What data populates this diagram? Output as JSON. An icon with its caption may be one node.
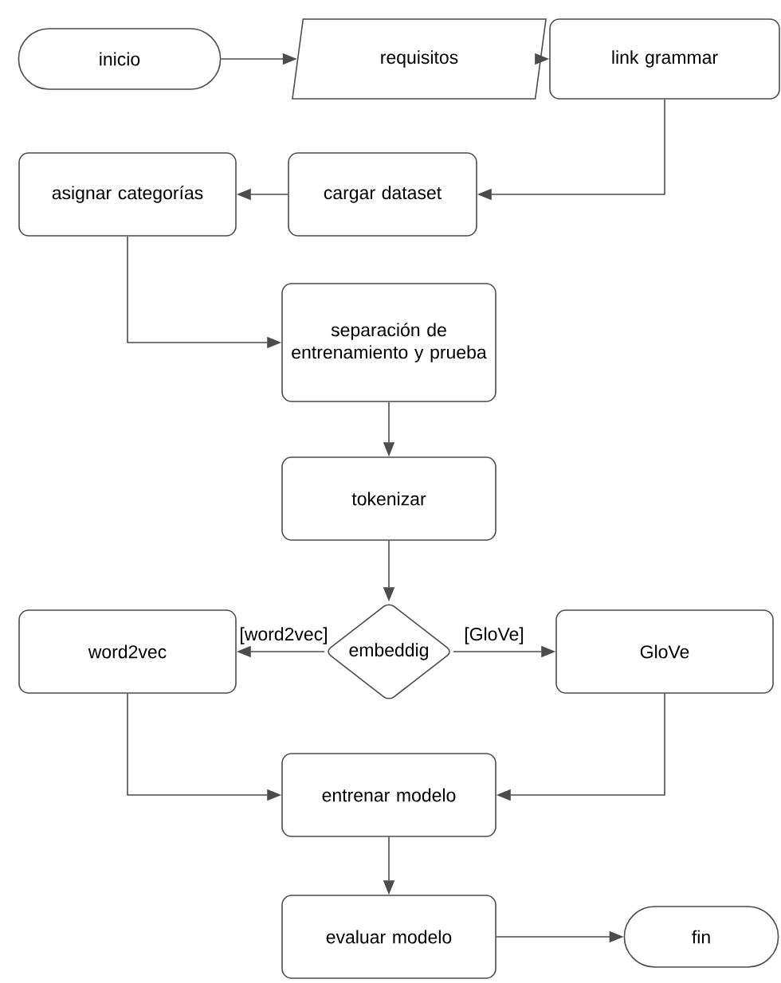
{
  "diagram": {
    "nodes": [
      {
        "text": [
          "inicio"
        ]
      },
      {
        "text": [
          "requisitos"
        ]
      },
      {
        "text": [
          "link grammar"
        ]
      },
      {
        "text": [
          "cargar dataset"
        ]
      },
      {
        "text": [
          "asignar categorías"
        ]
      },
      {
        "text": [
          "separación de entrenamiento y prueba"
        ]
      },
      {
        "text": [
          "tokenizar"
        ]
      },
      {
        "text": [
          "embeddig"
        ]
      },
      {
        "text": [
          "word2vec"
        ]
      },
      {
        "text": [
          "GloVe"
        ]
      },
      {
        "text": [
          "entrenar modelo"
        ]
      },
      {
        "text": [
          "evaluar modelo"
        ]
      },
      {
        "text": [
          "fin"
        ]
      }
    ],
    "edges": [
      {
        "from": 0,
        "to": 1,
        "arrow": "to"
      },
      {
        "from": 1,
        "to": 2,
        "arrow": "to"
      },
      {
        "from": 2,
        "to": 3,
        "arrow": "to"
      },
      {
        "from": 3,
        "to": 4,
        "arrow": "to"
      },
      {
        "from": 4,
        "to": 5,
        "arrow": "to"
      },
      {
        "from": 5,
        "to": 6,
        "arrow": "to"
      },
      {
        "from": 6,
        "to": 7,
        "arrow": "to"
      },
      {
        "from": 7,
        "to": 8,
        "arrow": "to",
        "label": "[word2vec]"
      },
      {
        "from": 7,
        "to": 9,
        "arrow": "to",
        "label": "[GloVe]"
      },
      {
        "from": 8,
        "to": 10,
        "arrow": "to"
      },
      {
        "from": 9,
        "to": 10,
        "arrow": "to"
      },
      {
        "from": 10,
        "to": 11,
        "arrow": "to"
      },
      {
        "from": 11,
        "to": 12,
        "arrow": "to"
      }
    ]
  }
}
